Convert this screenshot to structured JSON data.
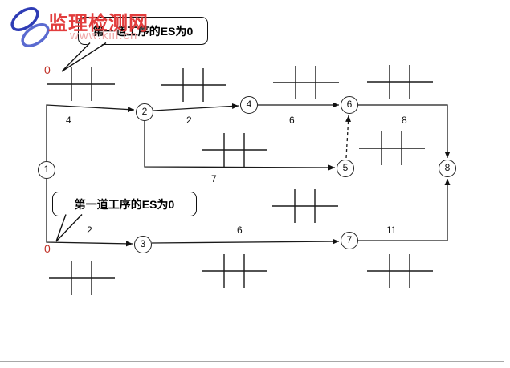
{
  "watermark": {
    "site_name": "监理检测网",
    "site_url": "www.kiil.cn",
    "name_color": "#e23d3d",
    "url_color": "#f0a8a8",
    "logo_blue_dark": "#2e3cb5",
    "logo_blue_light": "#5a6ad0"
  },
  "callouts": {
    "top": {
      "text": "第一道工序的ES为0"
    },
    "middle": {
      "text": "第一道工序的ES为0"
    }
  },
  "es_values": {
    "top_zero": "0",
    "bottom_zero": "0",
    "color": "#c03026"
  },
  "diagram": {
    "nodes": [
      {
        "id": "1"
      },
      {
        "id": "2"
      },
      {
        "id": "3"
      },
      {
        "id": "4"
      },
      {
        "id": "5"
      },
      {
        "id": "6"
      },
      {
        "id": "7"
      },
      {
        "id": "8"
      }
    ],
    "edges": [
      {
        "from": "1",
        "to": "2",
        "duration": "4",
        "type": "solid"
      },
      {
        "from": "2",
        "to": "4",
        "duration": "2",
        "type": "solid"
      },
      {
        "from": "4",
        "to": "6",
        "duration": "6",
        "type": "solid"
      },
      {
        "from": "6",
        "to": "8",
        "duration": "8",
        "type": "solid"
      },
      {
        "from": "2",
        "to": "5",
        "duration": "7",
        "type": "solid"
      },
      {
        "from": "1",
        "to": "3",
        "duration": "2",
        "type": "solid"
      },
      {
        "from": "3",
        "to": "7",
        "duration": "6",
        "type": "solid"
      },
      {
        "from": "7",
        "to": "8",
        "duration": "11",
        "type": "solid"
      },
      {
        "from": "5",
        "to": "6",
        "duration": "",
        "type": "dummy"
      }
    ]
  }
}
